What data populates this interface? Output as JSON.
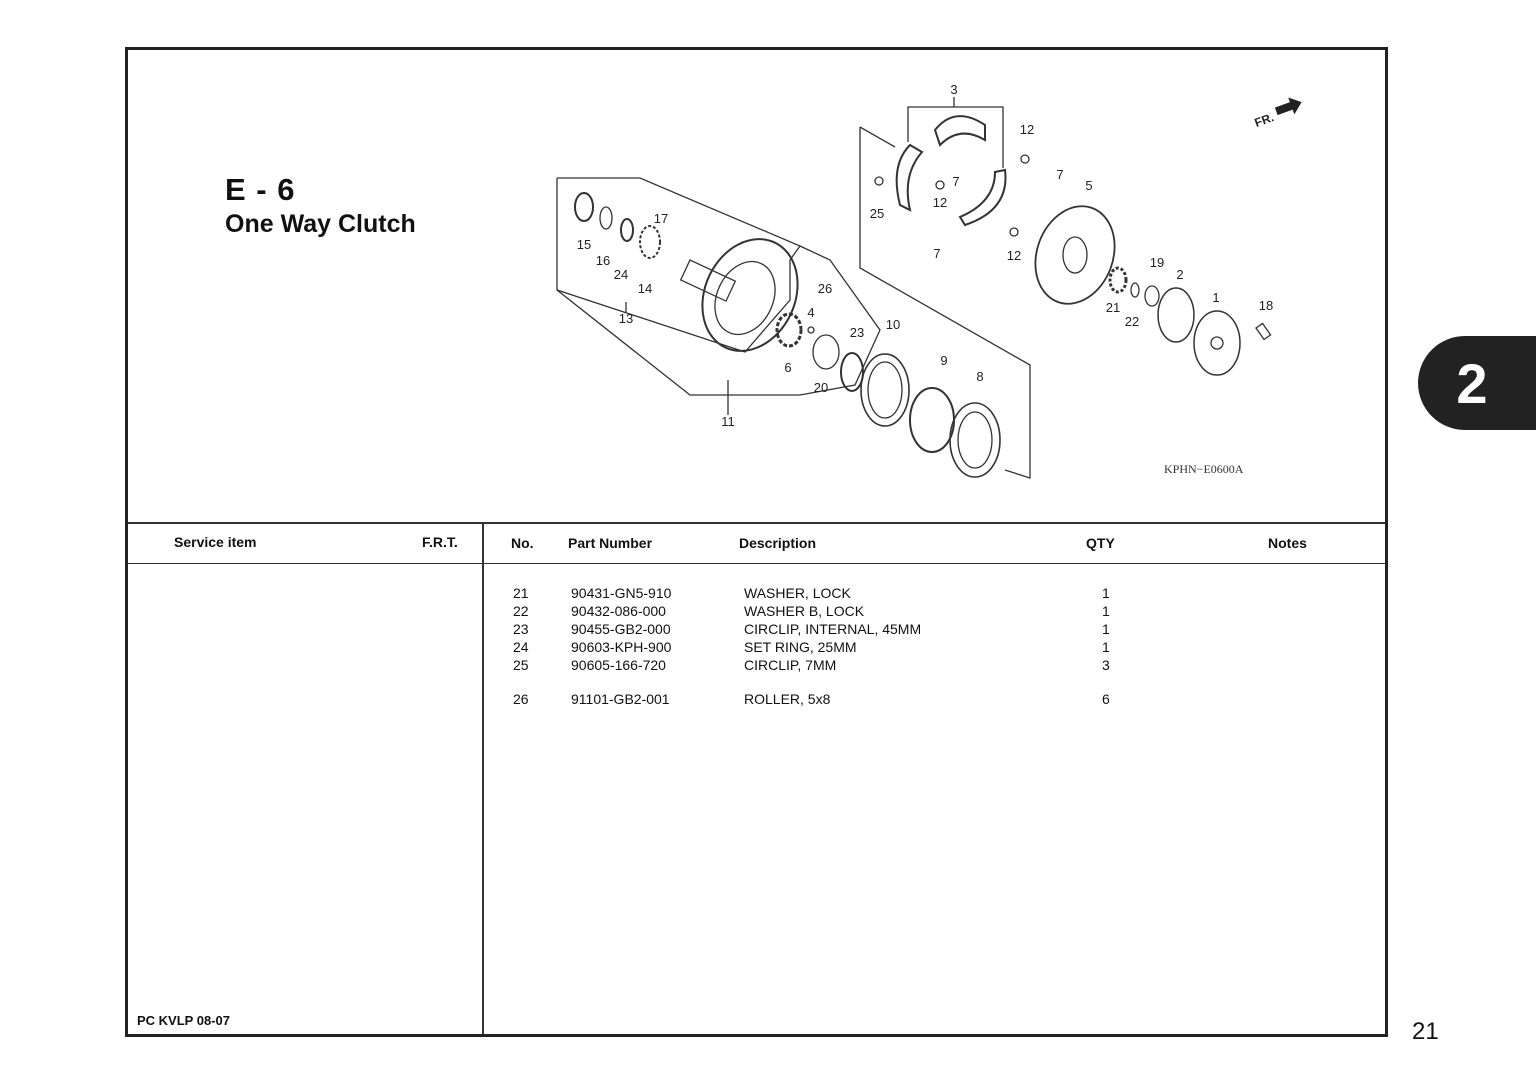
{
  "section_code": "E - 6",
  "section_title": "One Way Clutch",
  "diagram": {
    "reference": "KPHN−E0600A",
    "front_marker": "FR.",
    "callouts": [
      "3",
      "12",
      "7",
      "5",
      "25",
      "12",
      "7",
      "7",
      "12",
      "19",
      "2",
      "1",
      "18",
      "21",
      "22",
      "17",
      "15",
      "16",
      "24",
      "14",
      "13",
      "26",
      "4",
      "23",
      "10",
      "6",
      "20",
      "9",
      "8",
      "11"
    ]
  },
  "table": {
    "left_headers": {
      "service_item": "Service item",
      "frt": "F.R.T."
    },
    "headers": {
      "no": "No.",
      "part_number": "Part Number",
      "description": "Description",
      "qty": "QTY",
      "notes": "Notes"
    },
    "rows": [
      {
        "no": "21",
        "part_number": "90431-GN5-910",
        "description": "WASHER, LOCK",
        "qty": "1"
      },
      {
        "no": "22",
        "part_number": "90432-086-000",
        "description": "WASHER B, LOCK",
        "qty": "1"
      },
      {
        "no": "23",
        "part_number": "90455-GB2-000",
        "description": "CIRCLIP, INTERNAL, 45MM",
        "qty": "1"
      },
      {
        "no": "24",
        "part_number": "90603-KPH-900",
        "description": "SET RING, 25MM",
        "qty": "1"
      },
      {
        "no": "25",
        "part_number": "90605-166-720",
        "description": "CIRCLIP, 7MM",
        "qty": "3"
      },
      {
        "no": "26",
        "part_number": "91101-GB2-001",
        "description": "ROLLER, 5x8",
        "qty": "6"
      }
    ]
  },
  "footer": "PC KVLP 08-07",
  "chapter_tab": "2",
  "page_number": "21"
}
